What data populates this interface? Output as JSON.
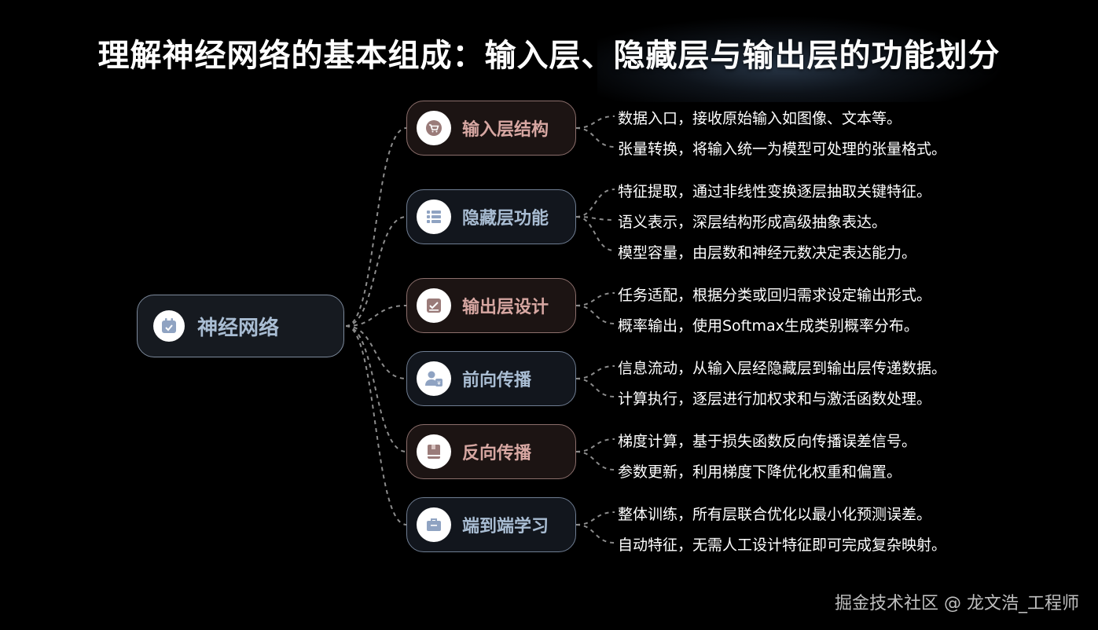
{
  "title": "理解神经网络的基本组成：输入层、隐藏层与输出层的功能划分",
  "root": {
    "label": "神经网络",
    "icon": "calendar-icon"
  },
  "branches": [
    {
      "label": "输入层结构",
      "icon": "cart-icon",
      "tone": "warm",
      "items": [
        "数据入口，接收原始输入如图像、文本等。",
        "张量转换，将输入统一为模型可处理的张量格式。"
      ]
    },
    {
      "label": "隐藏层功能",
      "icon": "list-icon",
      "tone": "cool",
      "items": [
        "特征提取，通过非线性变换逐层抽取关键特征。",
        "语义表示，深层结构形成高级抽象表达。",
        "模型容量，由层数和神经元数决定表达能力。"
      ]
    },
    {
      "label": "输出层设计",
      "icon": "checkbox-icon",
      "tone": "warm",
      "items": [
        "任务适配，根据分类或回归需求设定输出形式。",
        "概率输出，使用Softmax生成类别概率分布。"
      ]
    },
    {
      "label": "前向传播",
      "icon": "user-money-icon",
      "tone": "cool",
      "items": [
        "信息流动，从输入层经隐藏层到输出层传递数据。",
        "计算执行，逐层进行加权求和与激活函数处理。"
      ]
    },
    {
      "label": "反向传播",
      "icon": "book-icon",
      "tone": "warm",
      "items": [
        "梯度计算，基于损失函数反向传播误差信号。",
        "参数更新，利用梯度下降优化权重和偏置。"
      ]
    },
    {
      "label": "端到端学习",
      "icon": "briefcase-icon",
      "tone": "cool",
      "items": [
        "整体训练，所有层联合优化以最小化预测误差。",
        "自动特征，无需人工设计特征即可完成复杂映射。"
      ]
    }
  ],
  "colors": {
    "warm_icon": "#9a7b79",
    "cool_icon": "#8fa3c2",
    "connector": "#8c8c8c"
  },
  "watermark": "掘金技术社区 @ 龙文浩_工程师"
}
